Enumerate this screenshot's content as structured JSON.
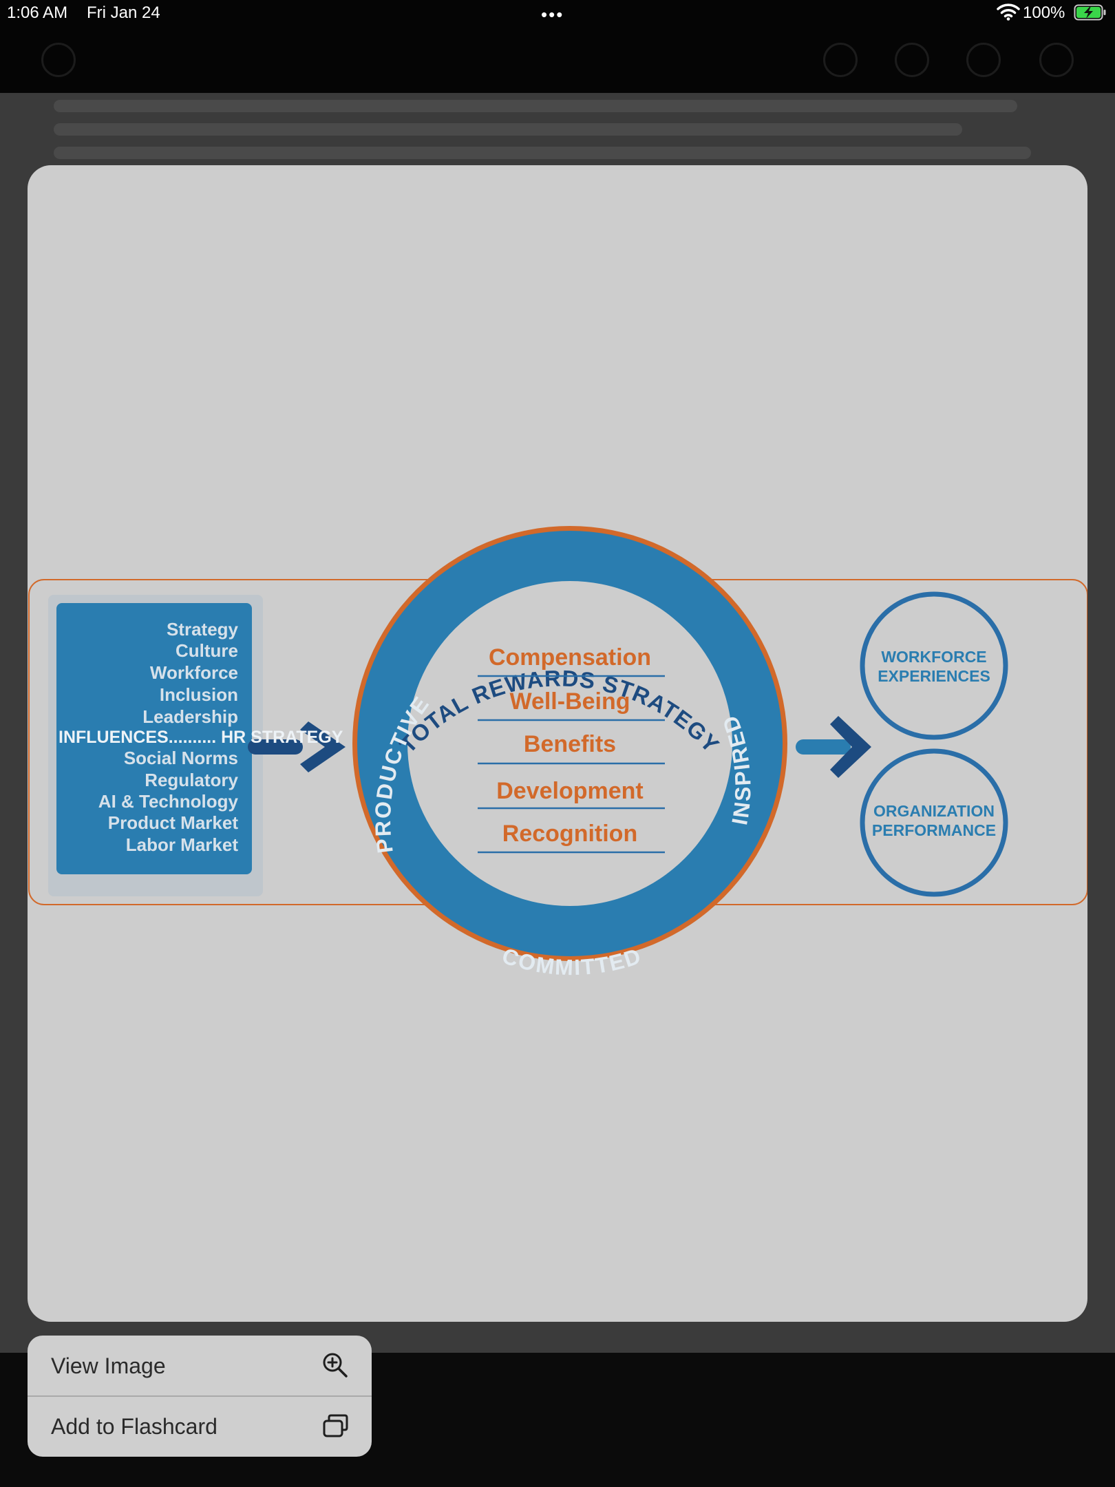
{
  "status_bar": {
    "time": "1:06 AM",
    "date": "Fri Jan 24",
    "battery_percent": "100%",
    "more_dots": "•••"
  },
  "diagram": {
    "influences_list": [
      "Strategy",
      "Culture",
      "Workforce",
      "Inclusion",
      "Leadership"
    ],
    "influences_label": "INFLUENCES.......... HR STRATEGY",
    "external_list": [
      "Social Norms",
      "Regulatory",
      "AI & Technology",
      "Product Market",
      "Labor Market"
    ],
    "ring_top": "TOTAL REWARDS STRATEGY",
    "ring_left": "PRODUCTIVE",
    "ring_right": "INSPIRED",
    "ring_bottom": "COMMITTED",
    "rewards": [
      "Compensation",
      "Well-Being",
      "Benefits",
      "Development",
      "Recognition"
    ],
    "outcome_1": [
      "WORKFORCE",
      "EXPERIENCES"
    ],
    "outcome_2": [
      "ORGANIZATION",
      "PERFORMANCE"
    ]
  },
  "menu": {
    "items": [
      {
        "label": "View Image",
        "icon": "zoom-in-icon"
      },
      {
        "label": "Add to Flashcard",
        "icon": "flashcard-stack-icon"
      }
    ]
  },
  "colors": {
    "blue": "#2a7db0",
    "dark_blue": "#1d4b80",
    "orange": "#d2692a",
    "menu_bg": "#cfcfcf",
    "card_bg": "#cdcdcd"
  }
}
